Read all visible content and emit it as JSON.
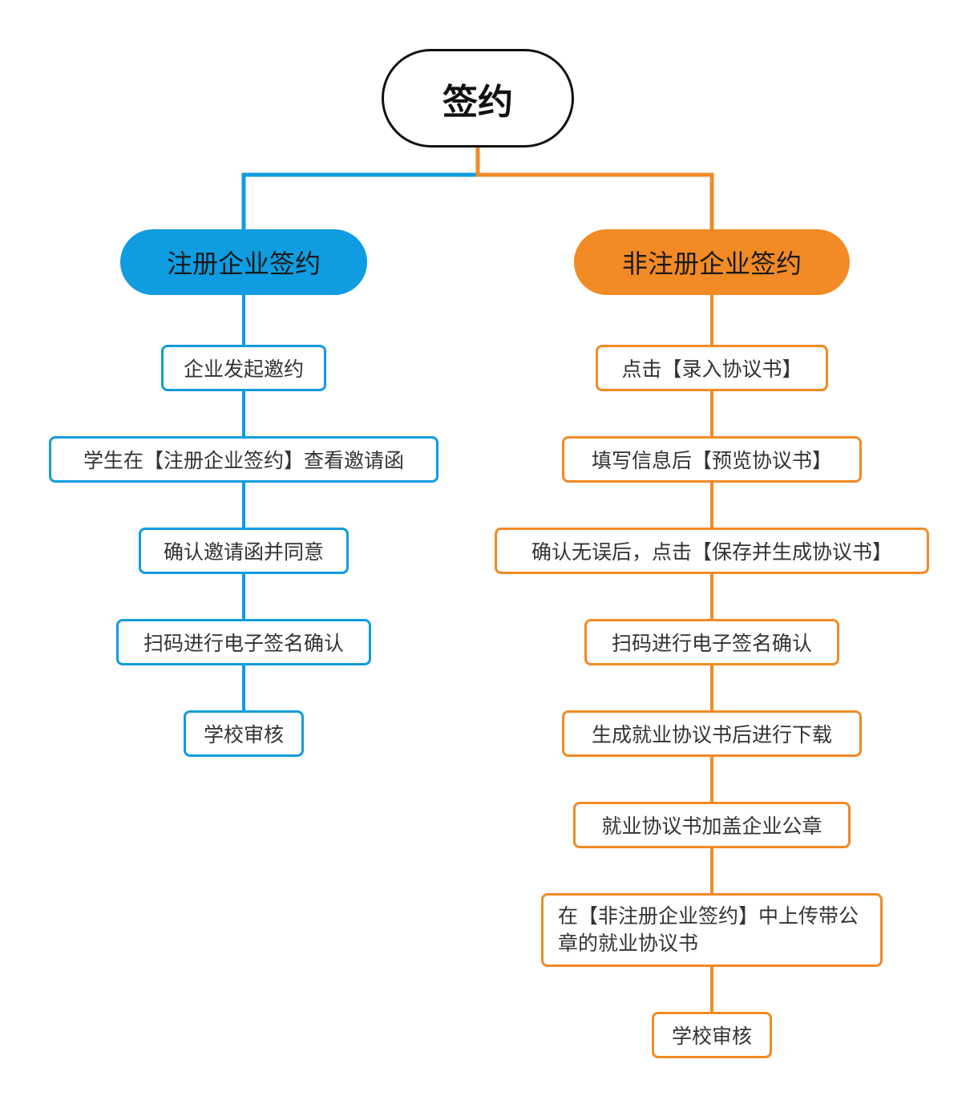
{
  "root": {
    "label": "签约"
  },
  "colors": {
    "left": "#0f9ce0",
    "right": "#f28a25",
    "root_border": "#111111"
  },
  "left": {
    "title": "注册企业签约",
    "steps": [
      "企业发起邀约",
      "学生在【注册企业签约】查看邀请函",
      "确认邀请函并同意",
      "扫码进行电子签名确认",
      "学校审核"
    ]
  },
  "right": {
    "title": "非注册企业签约",
    "steps": [
      "点击【录入协议书】",
      "填写信息后【预览协议书】",
      "确认无误后，点击【保存并生成协议书】",
      "扫码进行电子签名确认",
      "生成就业协议书后进行下载",
      "就业协议书加盖企业公章",
      "在【非注册企业签约】中上传带公章的就业协议书",
      "学校审核"
    ]
  }
}
